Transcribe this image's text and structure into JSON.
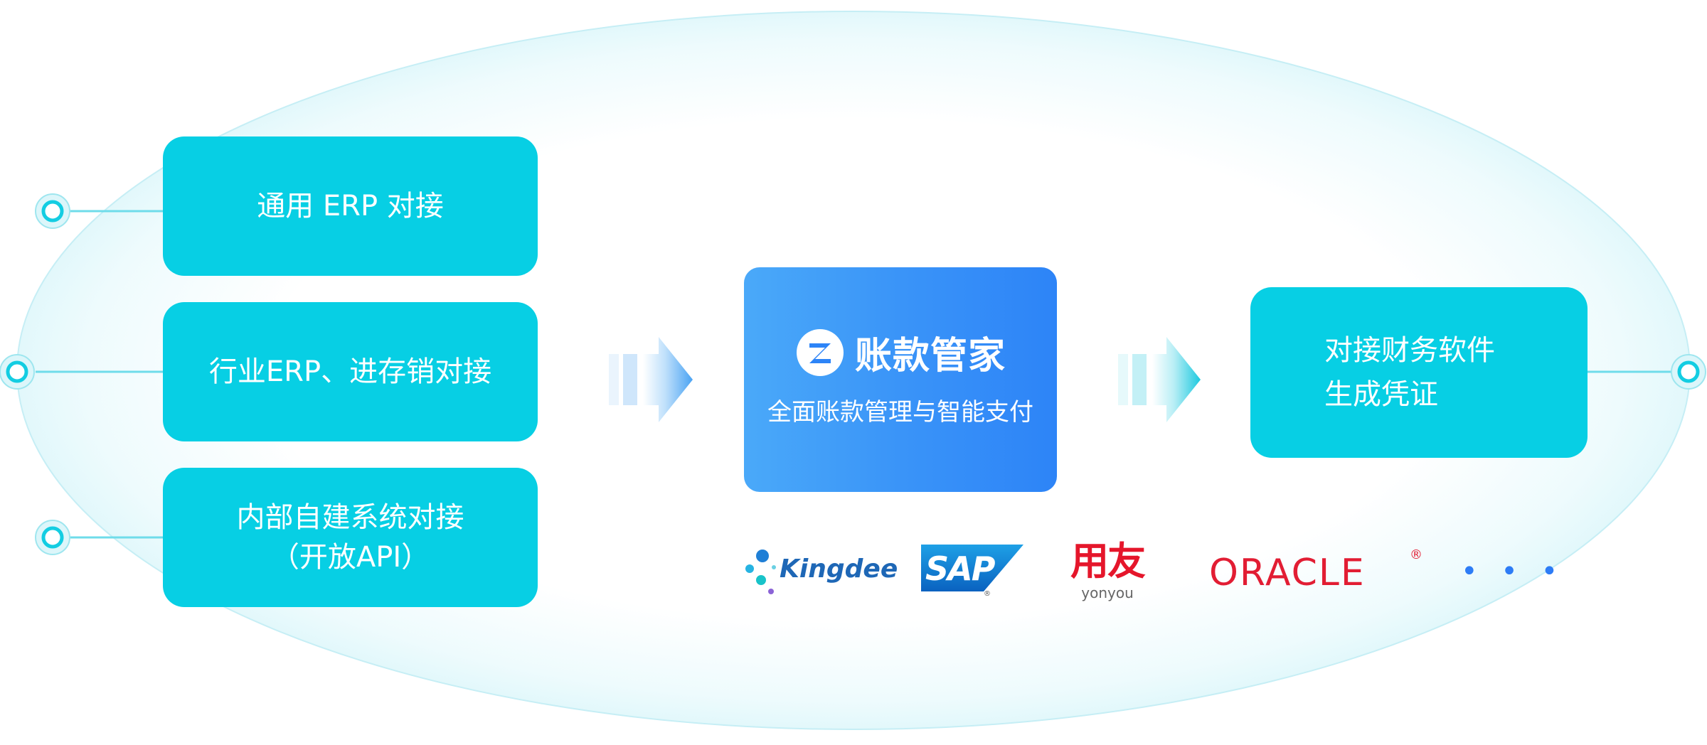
{
  "left_boxes": [
    {
      "lines": [
        "通用 ERP 对接"
      ]
    },
    {
      "lines": [
        "行业ERP、进存销对接"
      ]
    },
    {
      "lines": [
        "内部自建系统对接",
        "（开放API）"
      ]
    }
  ],
  "center": {
    "title": "账款管家",
    "subtitle": "全面账款管理与智能支付",
    "logo_letter": "Z"
  },
  "right_box": {
    "lines": [
      "对接财务软件",
      "生成凭证"
    ]
  },
  "partner_logos": [
    {
      "name": "Kingdee",
      "text": "Kingdee"
    },
    {
      "name": "SAP",
      "text": "SAP"
    },
    {
      "name": "yonyou",
      "text_cn": "用友",
      "text_en": "yonyou"
    },
    {
      "name": "Oracle",
      "text": "ORACLE",
      "reg": "®"
    }
  ],
  "more_indicator": "• • •",
  "colors": {
    "box_cyan": "#07cfe4",
    "center_blue_start": "#4aa9f9",
    "center_blue_end": "#2d84f7",
    "connector": "#6fdcea",
    "oracle_red": "#e21d33",
    "yonyou_red": "#e5162b",
    "kingdee_blue": "#1e67b6",
    "sap_blue": "#0a6ed1"
  },
  "icons": [
    "connector-node-icon",
    "flow-arrow-icon",
    "z-logo-icon",
    "more-dots-icon"
  ]
}
